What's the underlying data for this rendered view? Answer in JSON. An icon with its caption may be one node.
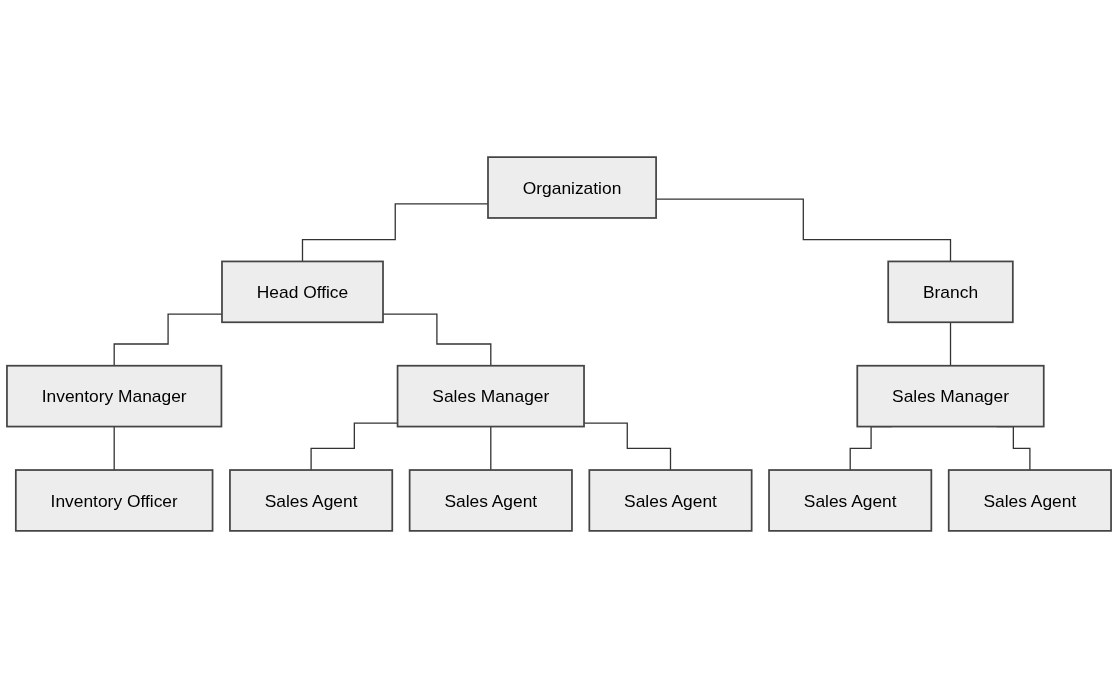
{
  "diagram": {
    "nodes": [
      {
        "text": [
          "Organization"
        ]
      },
      {
        "text": [
          "Head Office"
        ]
      },
      {
        "text": [
          "Branch"
        ]
      },
      {
        "text": [
          "Inventory Manager"
        ]
      },
      {
        "text": [
          "Sales Manager"
        ]
      },
      {
        "text": [
          "Sales Manager"
        ]
      },
      {
        "text": [
          "Inventory Officer"
        ]
      },
      {
        "text": [
          "Sales Agent"
        ]
      },
      {
        "text": [
          "Sales Agent"
        ]
      },
      {
        "text": [
          "Sales Agent"
        ]
      },
      {
        "text": [
          "Sales Agent"
        ]
      },
      {
        "text": [
          "Sales Agent"
        ]
      }
    ],
    "edges": [
      {
        "from": 0,
        "to": 1,
        "arrow": "none"
      },
      {
        "from": 0,
        "to": 2,
        "arrow": "none"
      },
      {
        "from": 1,
        "to": 3,
        "arrow": "none"
      },
      {
        "from": 1,
        "to": 4,
        "arrow": "none"
      },
      {
        "from": 2,
        "to": 5,
        "arrow": "none"
      },
      {
        "from": 3,
        "to": 6,
        "arrow": "none"
      },
      {
        "from": 4,
        "to": 7,
        "arrow": "none"
      },
      {
        "from": 4,
        "to": 8,
        "arrow": "none"
      },
      {
        "from": 4,
        "to": 9,
        "arrow": "none"
      },
      {
        "from": 5,
        "to": 10,
        "arrow": "none"
      },
      {
        "from": 5,
        "to": 11,
        "arrow": "none"
      }
    ]
  }
}
